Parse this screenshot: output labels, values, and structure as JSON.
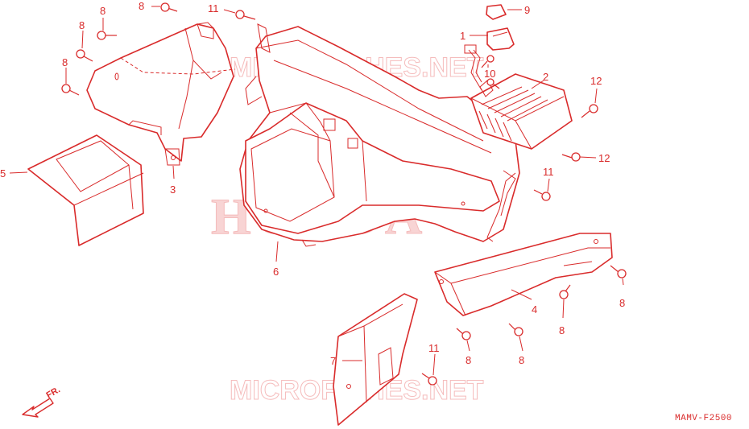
{
  "watermarks": {
    "site_top": "MICROFICHES.NET",
    "brand": "HONDA",
    "site_bottom": "MICROFICHES.NET"
  },
  "diagram_code": "MAMV-F2500",
  "direction_label": "FR.",
  "accent_color": "#d92b2b",
  "callouts": [
    {
      "id": "c8a",
      "label": "8"
    },
    {
      "id": "c8b",
      "label": "8"
    },
    {
      "id": "c8c",
      "label": "8"
    },
    {
      "id": "c8d",
      "label": "8"
    },
    {
      "id": "c11a",
      "label": "11"
    },
    {
      "id": "c9",
      "label": "9"
    },
    {
      "id": "c1",
      "label": "1"
    },
    {
      "id": "c10",
      "label": "10"
    },
    {
      "id": "c2",
      "label": "2"
    },
    {
      "id": "c12a",
      "label": "12"
    },
    {
      "id": "c12b",
      "label": "12"
    },
    {
      "id": "c11b",
      "label": "11"
    },
    {
      "id": "c5",
      "label": "5"
    },
    {
      "id": "c3",
      "label": "3"
    },
    {
      "id": "c6",
      "label": "6"
    },
    {
      "id": "c4",
      "label": "4"
    },
    {
      "id": "c8e",
      "label": "8"
    },
    {
      "id": "c8f",
      "label": "8"
    },
    {
      "id": "c8g",
      "label": "8"
    },
    {
      "id": "c8h",
      "label": "8"
    },
    {
      "id": "c7",
      "label": "7"
    },
    {
      "id": "c11c",
      "label": "11"
    }
  ]
}
